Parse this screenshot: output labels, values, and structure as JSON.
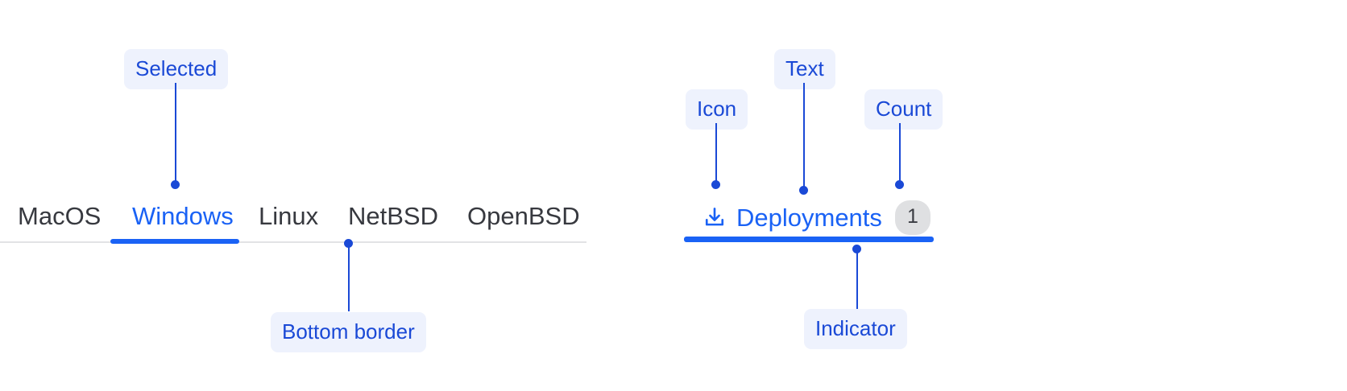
{
  "diagram": {
    "accent_blue": "#1a62f5",
    "annotation_blue": "#1a49d6",
    "annotation_pill_bg": "#eef2fd",
    "tab_text_color": "#37393f",
    "divider_color": "#e2e3e5",
    "badge_bg": "#dfe0e2"
  },
  "left_example": {
    "tabs": [
      {
        "label": "MacOS",
        "selected": false
      },
      {
        "label": "Windows",
        "selected": true
      },
      {
        "label": "Linux",
        "selected": false
      },
      {
        "label": "NetBSD",
        "selected": false
      },
      {
        "label": "OpenBSD",
        "selected": false
      }
    ],
    "annotations": [
      {
        "label": "Selected"
      },
      {
        "label": "Bottom border"
      }
    ]
  },
  "right_example": {
    "tab": {
      "icon": "download-icon",
      "label": "Deployments",
      "count": "1"
    },
    "annotations": [
      {
        "label": "Icon"
      },
      {
        "label": "Text"
      },
      {
        "label": "Count"
      },
      {
        "label": "Indicator"
      }
    ]
  }
}
